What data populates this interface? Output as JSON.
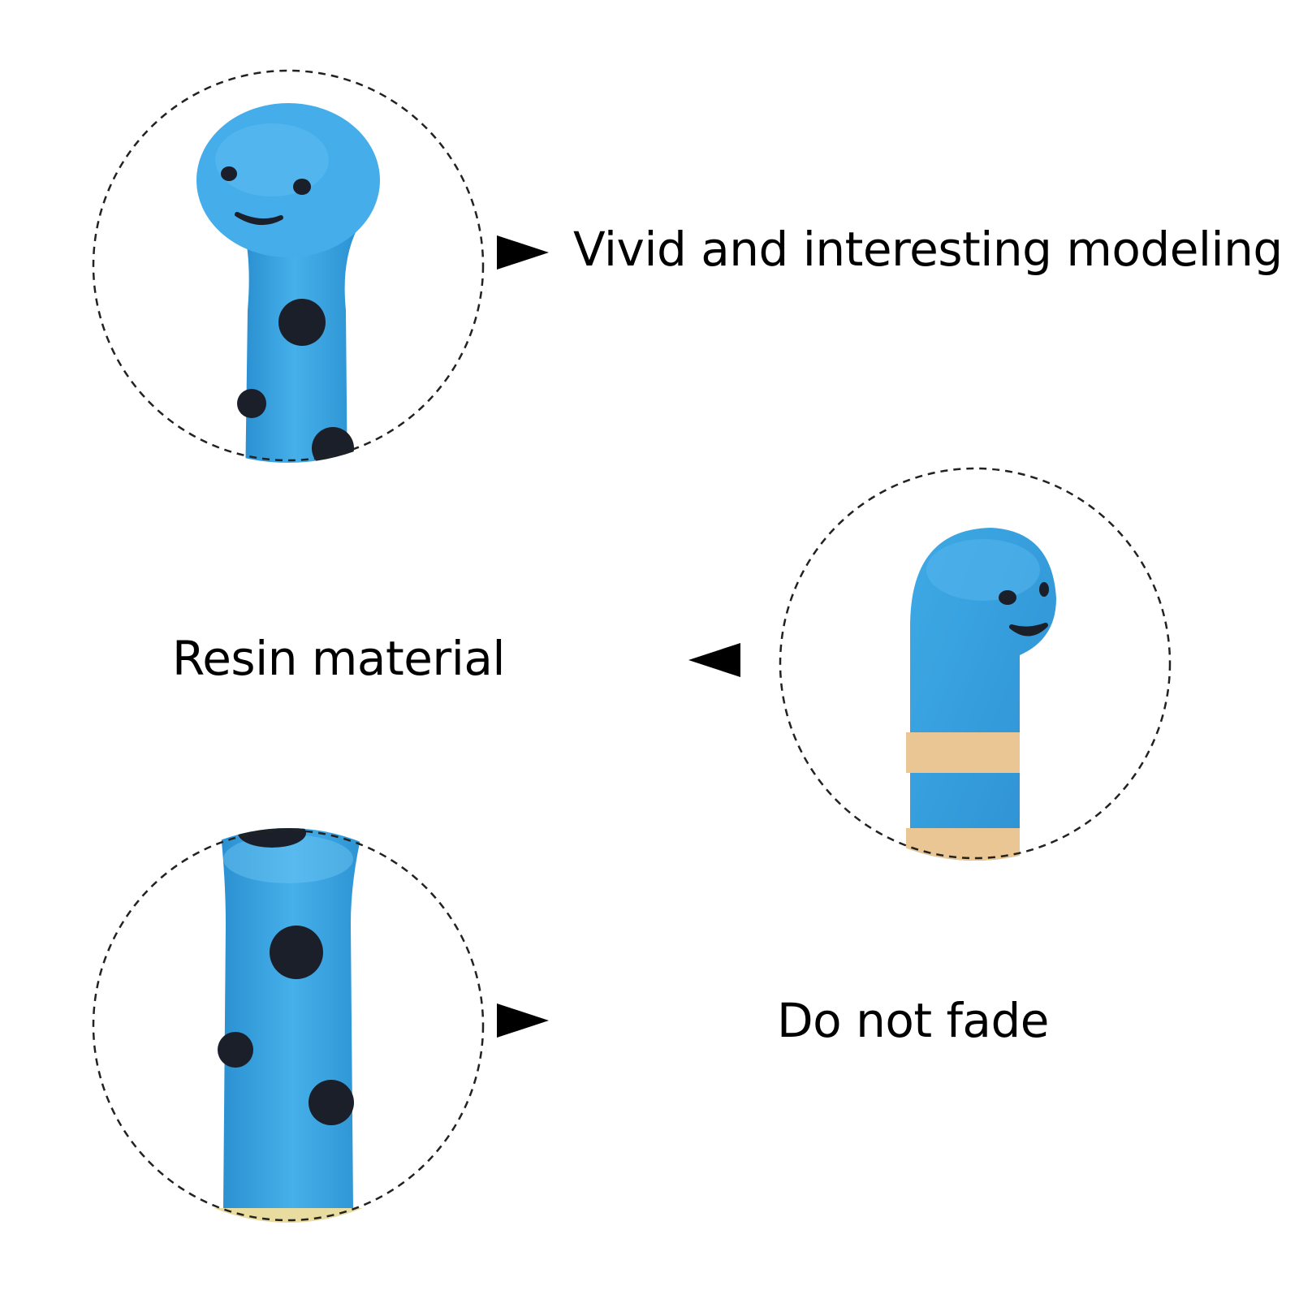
{
  "features": [
    {
      "label": "Vivid and interesting modeling",
      "pointer": "right-triangle-icon"
    },
    {
      "label": "Resin material",
      "pointer": "left-triangle-icon"
    },
    {
      "label": "Do not fade",
      "pointer": "right-triangle-icon"
    }
  ],
  "colors": {
    "figure_blue": "#3aa3e0",
    "spot_black": "#1a1f2a",
    "stripe_tan": "#e9c693",
    "dash_ring": "#222222",
    "text": "#000000"
  }
}
